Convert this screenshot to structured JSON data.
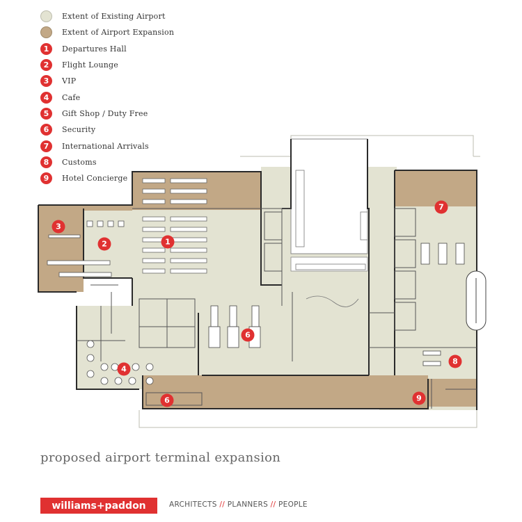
{
  "legend": {
    "existing": "Extent of Existing Airport",
    "expansion": "Extent of Airport Expansion",
    "items": [
      {
        "num": "1",
        "label": "Departures Hall"
      },
      {
        "num": "2",
        "label": "Flight Lounge"
      },
      {
        "num": "3",
        "label": "VIP"
      },
      {
        "num": "4",
        "label": "Cafe"
      },
      {
        "num": "5",
        "label": "Gift Shop / Duty Free"
      },
      {
        "num": "6",
        "label": "Security"
      },
      {
        "num": "7",
        "label": "International Arrivals"
      },
      {
        "num": "8",
        "label": "Customs"
      },
      {
        "num": "9",
        "label": "Hotel Concierge"
      }
    ]
  },
  "markers": [
    "1",
    "2",
    "3",
    "4",
    "6",
    "6",
    "7",
    "8",
    "9"
  ],
  "caption": "proposed airport terminal expansion",
  "brand": {
    "logo": "williams+paddon",
    "tag1": "ARCHITECTS",
    "sep": "//",
    "tag2": "PLANNERS",
    "tag3": "PEOPLE"
  },
  "colors": {
    "existing": "#e3e3d2",
    "expansion": "#c2a886",
    "marker": "#e03131"
  }
}
